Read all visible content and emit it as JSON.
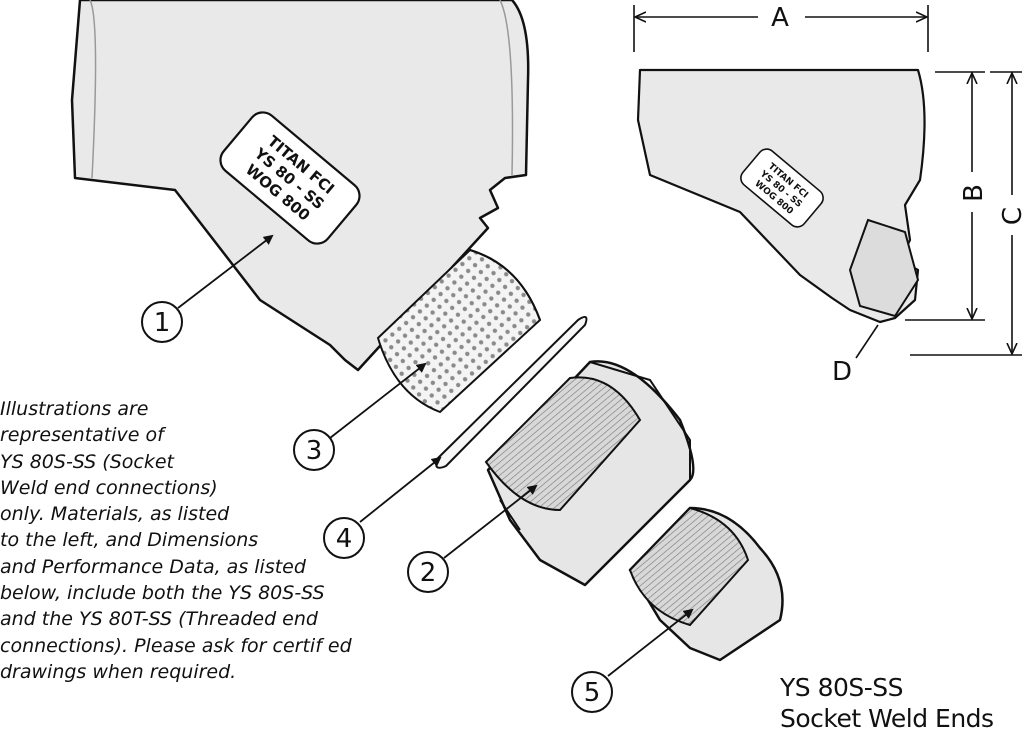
{
  "callouts": [
    "1",
    "2",
    "3",
    "4",
    "5"
  ],
  "nameplate": {
    "line1": "TITAN FCI",
    "line2": "YS 80 - SS",
    "line3": "WOG 800"
  },
  "dimensions": {
    "a": "A",
    "b": "B",
    "c": "C",
    "d": "D"
  },
  "note": {
    "lines": [
      "Illustrations are",
      "representative of",
      "YS 80S-SS (Socket",
      "Weld end connections)",
      "only.  Materials, as listed",
      "to the left, and Dimensions",
      "and Performance Data, as listed",
      "below, include both the YS 80S-SS",
      "and the YS 80T-SS (Threaded end",
      "connections).  Please ask for certif ed",
      "drawings when required."
    ]
  },
  "model": {
    "name": "YS 80S-SS",
    "description": "Socket Weld Ends"
  }
}
